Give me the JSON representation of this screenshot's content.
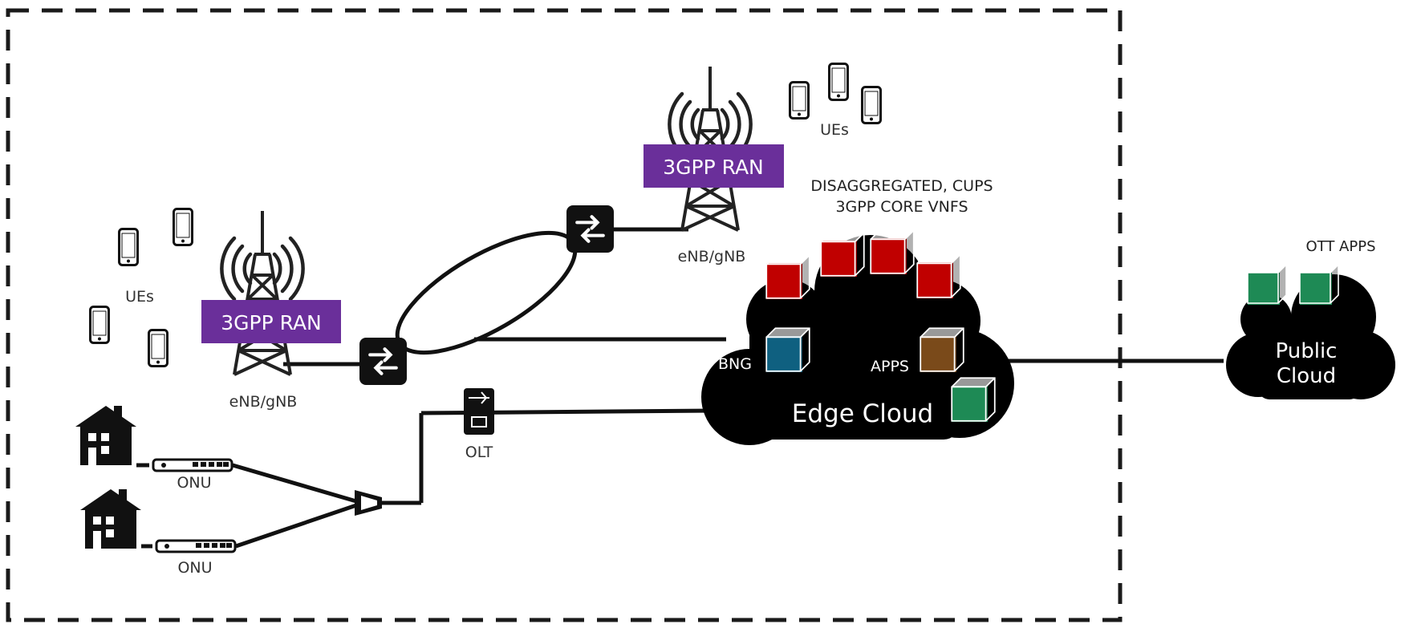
{
  "colors": {
    "ran_badge": "#6a2f9a",
    "core_vnf": "#c00000",
    "bng": "#0f6080",
    "apps": "#7a4a1a",
    "ott_apps": "#1e8a55",
    "cloud": "#000000",
    "boundary": "#1a1a1a"
  },
  "ran_left": {
    "badge": "3GPP RAN",
    "tower_label": "eNB/gNB",
    "ues_label": "UEs"
  },
  "ran_top": {
    "badge": "3GPP RAN",
    "tower_label": "eNB/gNB",
    "ues_label": "UEs"
  },
  "core_label_line1": "DISAGGREGATED, CUPS",
  "core_label_line2": "3GPP CORE VNFS",
  "edge_cloud": {
    "title": "Edge Cloud",
    "bng_label": "BNG",
    "apps_label": "APPS"
  },
  "public_cloud": {
    "title_line1": "Public",
    "title_line2": "Cloud",
    "apps_label": "OTT APPS"
  },
  "olt_label": "OLT",
  "onu_top_label": "ONU",
  "onu_bottom_label": "ONU",
  "icons": [
    "cell-tower-icon",
    "smartphone-icon",
    "switch-icon",
    "olt-icon",
    "splitter-icon",
    "house-icon",
    "onu-icon",
    "cloud-icon",
    "cube-icon"
  ]
}
